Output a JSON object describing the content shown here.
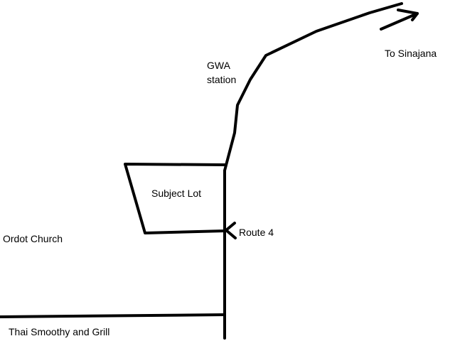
{
  "map": {
    "labels": {
      "gwa_line1": "GWA",
      "gwa_line2": "station",
      "sinajana": "To Sinajana",
      "subject_lot": "Subject Lot",
      "route4": "Route 4",
      "ordot_church": "Ordot Church",
      "thai_smoothy": "Thai Smoothy and Grill"
    },
    "colors": {
      "background": "#ffffff",
      "ink": "#000000"
    }
  }
}
